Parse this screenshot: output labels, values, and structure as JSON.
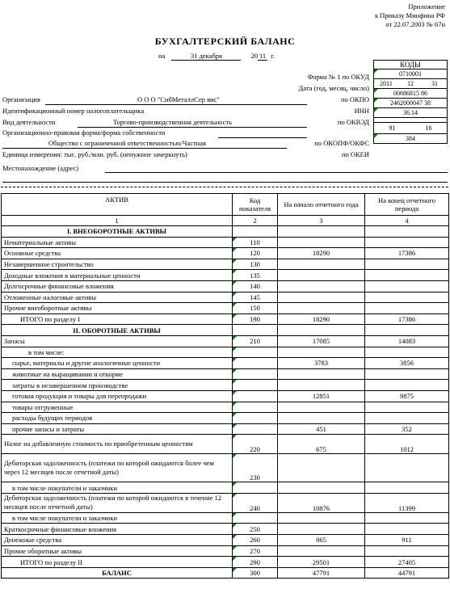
{
  "appendix": [
    "Приложение",
    "к Приказу Минфина РФ",
    "от 22.07.2003 № 67н"
  ],
  "title": "БУХГАЛТЕРСКИЙ БАЛАНС",
  "date": {
    "prefix": "на",
    "day_month": "31 декабря",
    "year_prefix": "20",
    "year_suffix": "11",
    "year_unit": "г."
  },
  "codes": {
    "header": "КОДЫ",
    "okud": "0710001",
    "date_year": "2011",
    "date_month": "12",
    "date_day": "31",
    "okpo": "00686815 86",
    "inn": "2462000047 38",
    "okved": "36.14",
    "okopf": "91",
    "okfs": "16",
    "okei": "384"
  },
  "labels": {
    "form": "Форма № 1 по ОКУД",
    "date": "Дата (год, месяц, число)",
    "org_label": "Организация",
    "org_name": "О О О \"СибМеталлСер вис\"",
    "okpo": "по ОКПО",
    "inn_label": "Идентификационный номер налогоплательщика",
    "inn": "ИНН",
    "activity_label": "Вид деятельности",
    "activity": "Торгово-производственная деятельность",
    "okved": "по ОКВЭД",
    "legal_form_label": "Организационно-правовая форма/форма собственности",
    "legal_form": "Общество с ограниченной ответственностью/Частная",
    "okopf": "по ОКОПФ/ОКФС",
    "unit_label": "Единица измерения: тыс. руб./млн. руб. (ненужное зачеркнуть)",
    "okei": "по ОКЕИ",
    "location_label": "Местонахождение (адрес)"
  },
  "table": {
    "headers": [
      "АКТИВ",
      "Код показателя",
      "На начало отчетного года",
      "На конец отчетного периода"
    ],
    "numbers": [
      "1",
      "2",
      "3",
      "4"
    ],
    "rows": [
      {
        "name": "I. ВНЕОБОРОТНЫЕ АКТИВЫ",
        "section": true
      },
      {
        "name": "Нематериальные активы",
        "code": "110",
        "start": "",
        "end": ""
      },
      {
        "name": "Основные средства",
        "code": "120",
        "start": "18290",
        "end": "17386"
      },
      {
        "name": "Незавершенное строительство",
        "code": "130",
        "start": "",
        "end": ""
      },
      {
        "name": "Доходные вложения в материальные ценности",
        "code": "135",
        "start": "",
        "end": ""
      },
      {
        "name": "Долгосрочные финансовые вложения",
        "code": "140",
        "start": "",
        "end": ""
      },
      {
        "name": "Отложенные налоговые активы",
        "code": "145",
        "start": "",
        "end": ""
      },
      {
        "name": "Прочие внеоборотные активы",
        "code": "150",
        "start": "",
        "end": ""
      },
      {
        "name": "ИТОГО по разделу I",
        "code": "190",
        "start": "18290",
        "end": "17386",
        "indent": 2
      },
      {
        "name": "II. ОБОРОТНЫЕ АКТИВЫ",
        "section": true
      },
      {
        "name": "Запасы",
        "code": "210",
        "start": "17085",
        "end": "14083"
      },
      {
        "name": "в том числе:",
        "code": "",
        "start": "",
        "end": "",
        "indent": 3
      },
      {
        "name": "сырье, материалы и другие аналогичные ценности",
        "code": "",
        "start": "3783",
        "end": "3856",
        "indent": 1
      },
      {
        "name": "животные на выращивании и откорме",
        "code": "",
        "start": "",
        "end": "",
        "indent": 1
      },
      {
        "name": "затраты в незавершенном производстве",
        "code": "",
        "start": "",
        "end": "",
        "indent": 1
      },
      {
        "name": "готовая продукция и товары для перепродажи",
        "code": "",
        "start": "12851",
        "end": "9875",
        "indent": 1
      },
      {
        "name": "товары отгруженные",
        "code": "",
        "start": "",
        "end": "",
        "indent": 1
      },
      {
        "name": "расходы будущих периодов",
        "code": "",
        "start": "",
        "end": "",
        "indent": 1
      },
      {
        "name": "прочие запасы и затраты",
        "code": "",
        "start": "451",
        "end": "352",
        "indent": 1
      },
      {
        "name": "Налог на добавленную стоимость по приобретенным ценностям",
        "code": "220",
        "start": "675",
        "end": "1012",
        "tall": 2
      },
      {
        "name": "Дебиторская задолженность (платежи по которой ожидаются более чем через 12 месяцев после отчетной даты)",
        "code": "230",
        "start": "",
        "end": "",
        "tall": 3
      },
      {
        "name": "в том числе покупатели и заказчики",
        "code": "",
        "start": "",
        "end": "",
        "indent": 1
      },
      {
        "name": "Дебиторская задолженность (платежи по которой ожидаются в течение 12 месяцев после отчетной даты)",
        "code": "240",
        "start": "10876",
        "end": "11399",
        "tall": 2
      },
      {
        "name": "в том числе покупатели и заказчики",
        "code": "",
        "start": "",
        "end": "",
        "indent": 1
      },
      {
        "name": "Краткосрочные финансовые вложения",
        "code": "250",
        "start": "",
        "end": ""
      },
      {
        "name": "Денежные средства",
        "code": "260",
        "start": "865",
        "end": "911"
      },
      {
        "name": "Прочие оборотные активы",
        "code": "270",
        "start": "",
        "end": ""
      },
      {
        "name": "ИТОГО по разделу II",
        "code": "290",
        "start": "29501",
        "end": "27405",
        "indent": 2
      },
      {
        "name": "БАЛАНС",
        "code": "300",
        "start": "47791",
        "end": "44791",
        "total": true
      }
    ]
  }
}
